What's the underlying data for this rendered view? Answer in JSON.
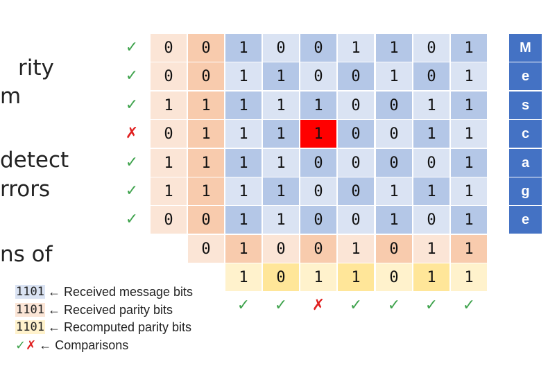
{
  "background_text": [
    "rity",
    "m",
    "detect",
    "rrors",
    "ns of"
  ],
  "colors": {
    "msg_light": "#dae3f3",
    "msg_dark": "#b4c7e7",
    "parity_left": "#fbe5d6",
    "parity_right": "#f8cbad",
    "recomputed_light": "#fff2cc",
    "recomputed_dark": "#ffe699",
    "error": "#ff0000",
    "check_green": "#3fa34d",
    "cross_red": "#e02020",
    "message_box": "#4472c4"
  },
  "grid": {
    "rows": [
      [
        "0",
        "0",
        "1",
        "0",
        "0",
        "1",
        "1",
        "0",
        "1"
      ],
      [
        "0",
        "0",
        "1",
        "1",
        "0",
        "0",
        "1",
        "0",
        "1"
      ],
      [
        "1",
        "1",
        "1",
        "1",
        "1",
        "0",
        "0",
        "1",
        "1"
      ],
      [
        "0",
        "1",
        "1",
        "1",
        "1",
        "0",
        "0",
        "1",
        "1"
      ],
      [
        "1",
        "1",
        "1",
        "1",
        "0",
        "0",
        "0",
        "0",
        "1"
      ],
      [
        "1",
        "1",
        "1",
        "1",
        "0",
        "0",
        "1",
        "1",
        "1"
      ],
      [
        "0",
        "0",
        "1",
        "1",
        "0",
        "0",
        "1",
        "0",
        "1"
      ]
    ],
    "error_row": 3,
    "error_col": 4,
    "received_parity_row": [
      "0",
      "1",
      "0",
      "0",
      "1",
      "0",
      "1",
      "1"
    ],
    "recomputed_row": [
      "1",
      "0",
      "1",
      "1",
      "0",
      "1",
      "1"
    ]
  },
  "row_checks": [
    "✓",
    "✓",
    "✓",
    "✗",
    "✓",
    "✓",
    "✓"
  ],
  "column_checks": [
    "✓",
    "✓",
    "✗",
    "✓",
    "✓",
    "✓",
    "✓"
  ],
  "message_letters": [
    "M",
    "e",
    "s",
    "c",
    "a",
    "g",
    "e"
  ],
  "legend": {
    "items": [
      {
        "sample": "1101",
        "text": "← Received message bits",
        "kind": "message"
      },
      {
        "sample": "1101",
        "text": "← Received parity bits",
        "kind": "parity"
      },
      {
        "sample": "1101",
        "text": "← Recomputed parity bits",
        "kind": "recomputed"
      }
    ],
    "comparisons": {
      "check": "✓",
      "cross": "✗",
      "text": "← Comparisons"
    }
  }
}
